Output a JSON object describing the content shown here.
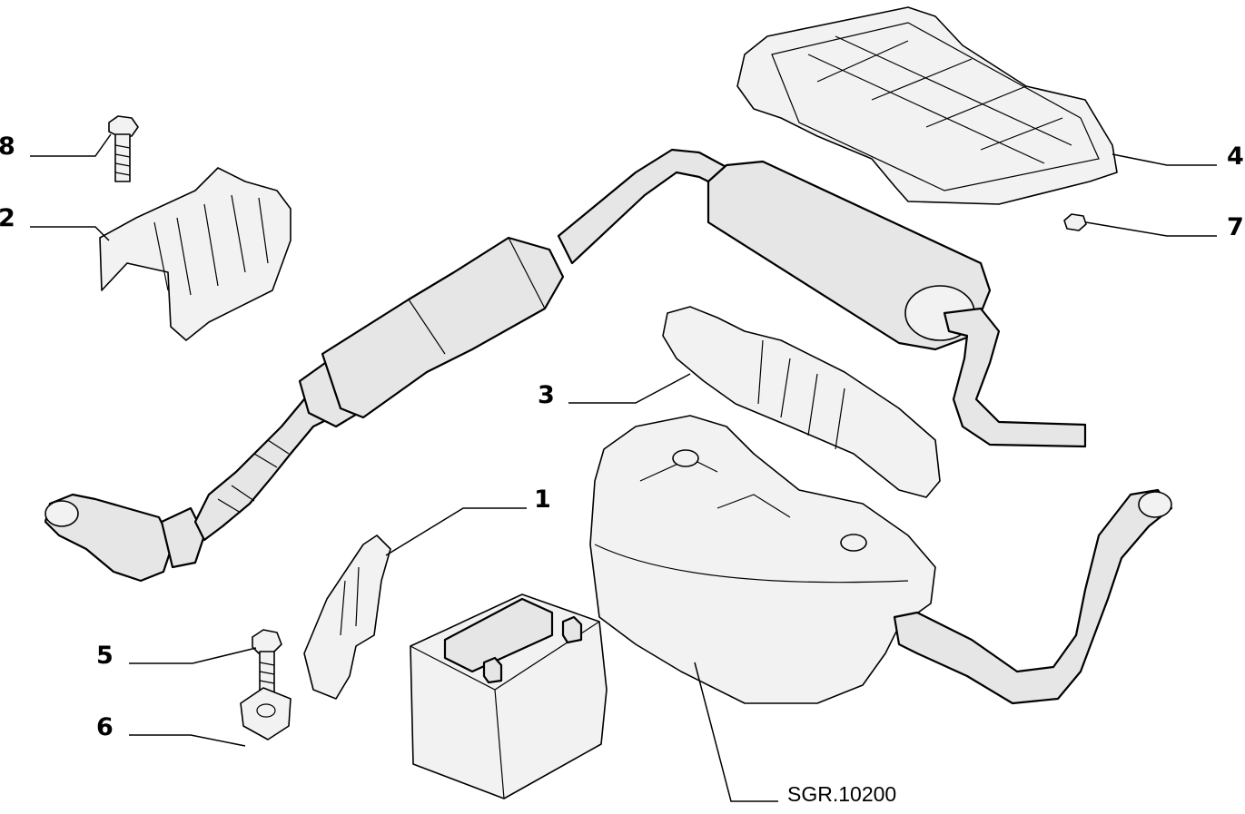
{
  "callouts": {
    "c1": "1",
    "c2": "2",
    "c3": "3",
    "c4": "4",
    "c5": "5",
    "c6": "6",
    "c7": "7",
    "c8": "8"
  },
  "reference_code": "SGR.10200"
}
